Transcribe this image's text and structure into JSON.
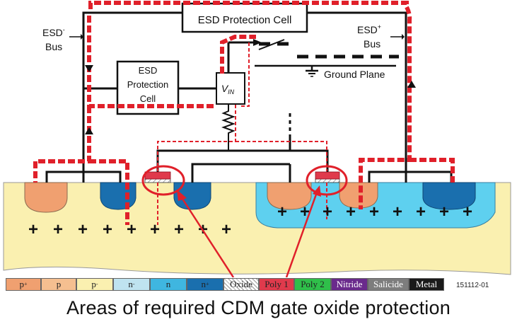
{
  "labels": {
    "esd_cell_top": "ESD Protection Cell",
    "esd_cell_mid_1": "ESD",
    "esd_cell_mid_2": "Protection",
    "esd_cell_mid_3": "Cell",
    "esd_minus_1": "ESD",
    "esd_minus_sup": "-",
    "esd_minus_2": "Bus",
    "esd_plus_1": "ESD",
    "esd_plus_sup": "+",
    "esd_plus_2": "Bus",
    "vin_main": "V",
    "vin_sub": "IN",
    "ground_plane": "Ground Plane"
  },
  "charges": {
    "sign": "+"
  },
  "legend": [
    {
      "base": "p",
      "sup": "+",
      "color": "#f0a070"
    },
    {
      "base": "p",
      "sup": "",
      "color": "#f5bf90"
    },
    {
      "base": "p",
      "sup": "-",
      "color": "#faf0b0"
    },
    {
      "base": "n",
      "sup": "-",
      "color": "#bfe3f0"
    },
    {
      "base": "n",
      "sup": "",
      "color": "#3fb6e0"
    },
    {
      "base": "n",
      "sup": "+",
      "color": "#1a6fae"
    },
    {
      "base": "Oxide",
      "sup": "",
      "color": "#ffffff"
    },
    {
      "base": "Poly 1",
      "sup": "",
      "color": "#e03a4c"
    },
    {
      "base": "Poly 2",
      "sup": "",
      "color": "#2fbf4a"
    },
    {
      "base": "Nitride",
      "sup": "",
      "color": "#6a2a8c"
    },
    {
      "base": "Salicide",
      "sup": "",
      "color": "#7d7d7d"
    },
    {
      "base": "Metal",
      "sup": "",
      "color": "#1a1a1a"
    }
  ],
  "figure_code": "151112-01",
  "caption": "Areas of required CDM gate oxide protection"
}
